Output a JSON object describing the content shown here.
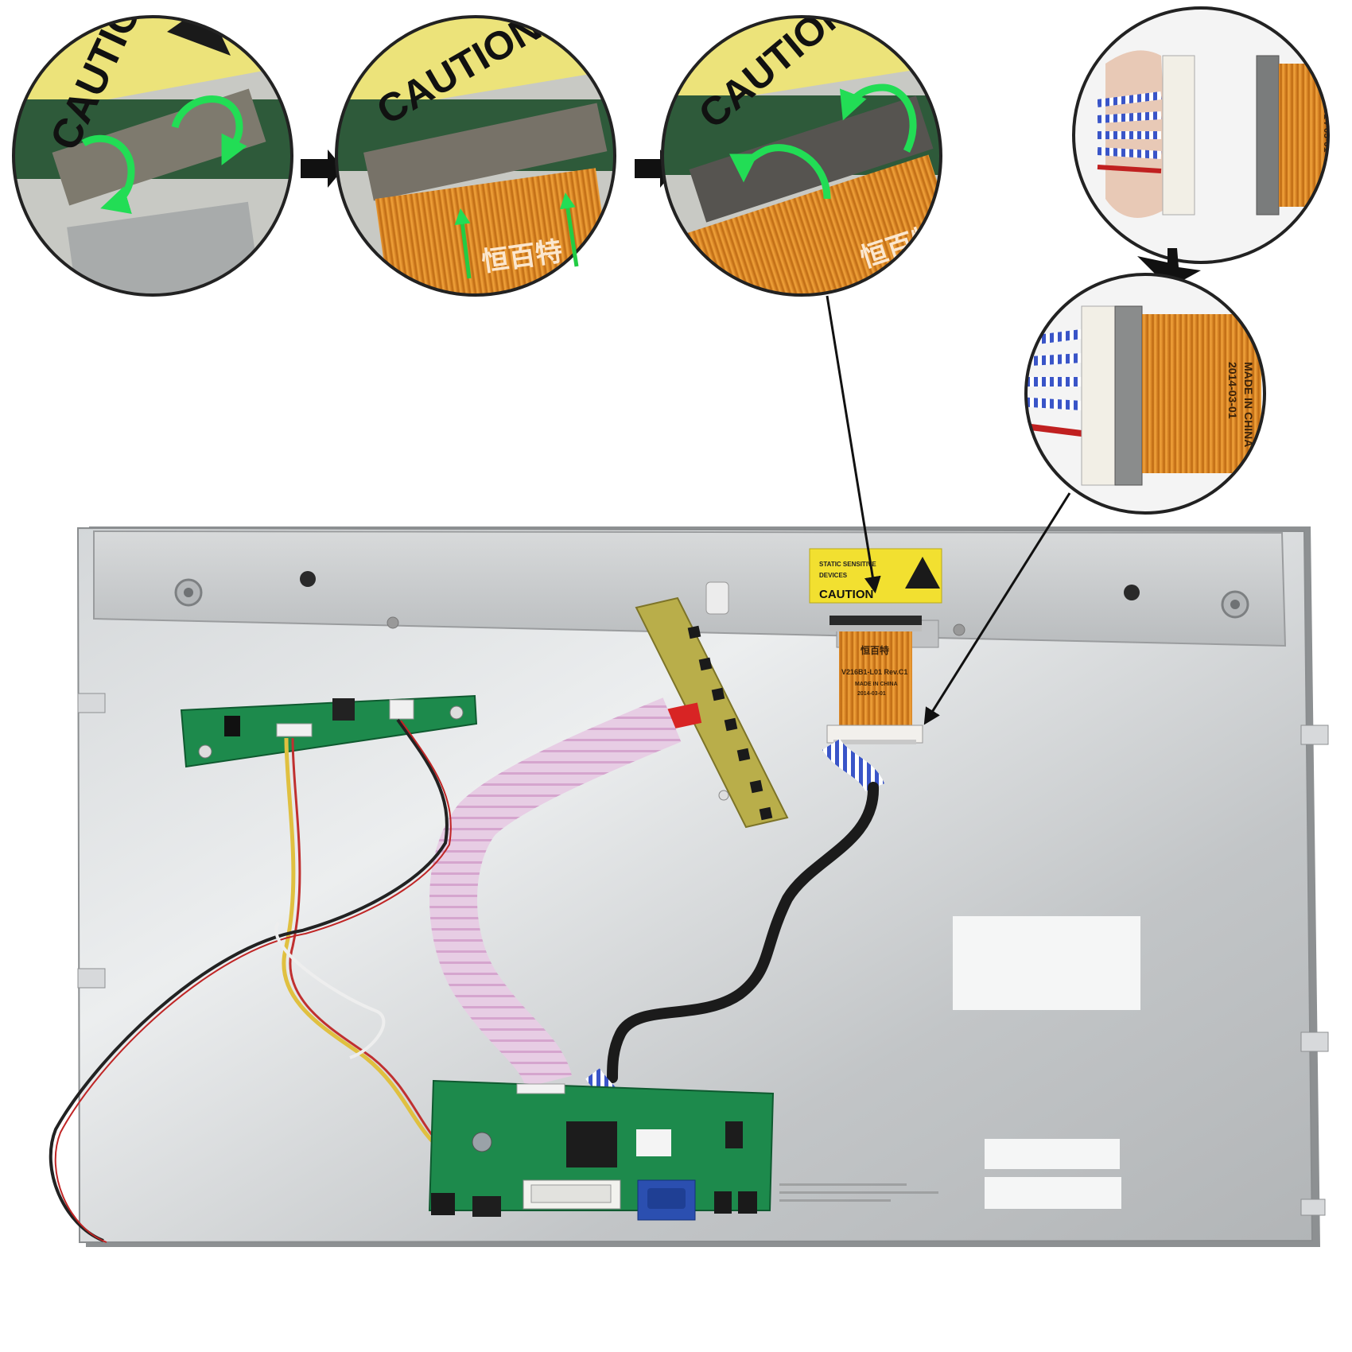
{
  "labels": {
    "caution": "CAUTION",
    "static_sensitive": "STATIC SENSITIVE",
    "devices": "DEVICES",
    "fpc_brand": "恒百特",
    "fpc_model": "V216B1-L01 Rev.C1",
    "made_in": "MADE IN CHINA",
    "date": "2014-03-01"
  },
  "colors": {
    "rotate_arrow": "#22dd55",
    "insert_arrow": "#22cc44",
    "flow_arrow": "#111111",
    "panel": "#c9ccce",
    "pcb_green": "#1d8a4c",
    "fpc_orange": "#d9821f",
    "caution_yellow": "#f2e030",
    "ribbon_pink": "#e3c5e0",
    "vga_blue": "#2b4fb0"
  },
  "icons": {
    "step_arrow": "right-triangle-arrow",
    "rotate": "curved-rotate-arrow",
    "pointer": "straight-pointer-arrow"
  }
}
